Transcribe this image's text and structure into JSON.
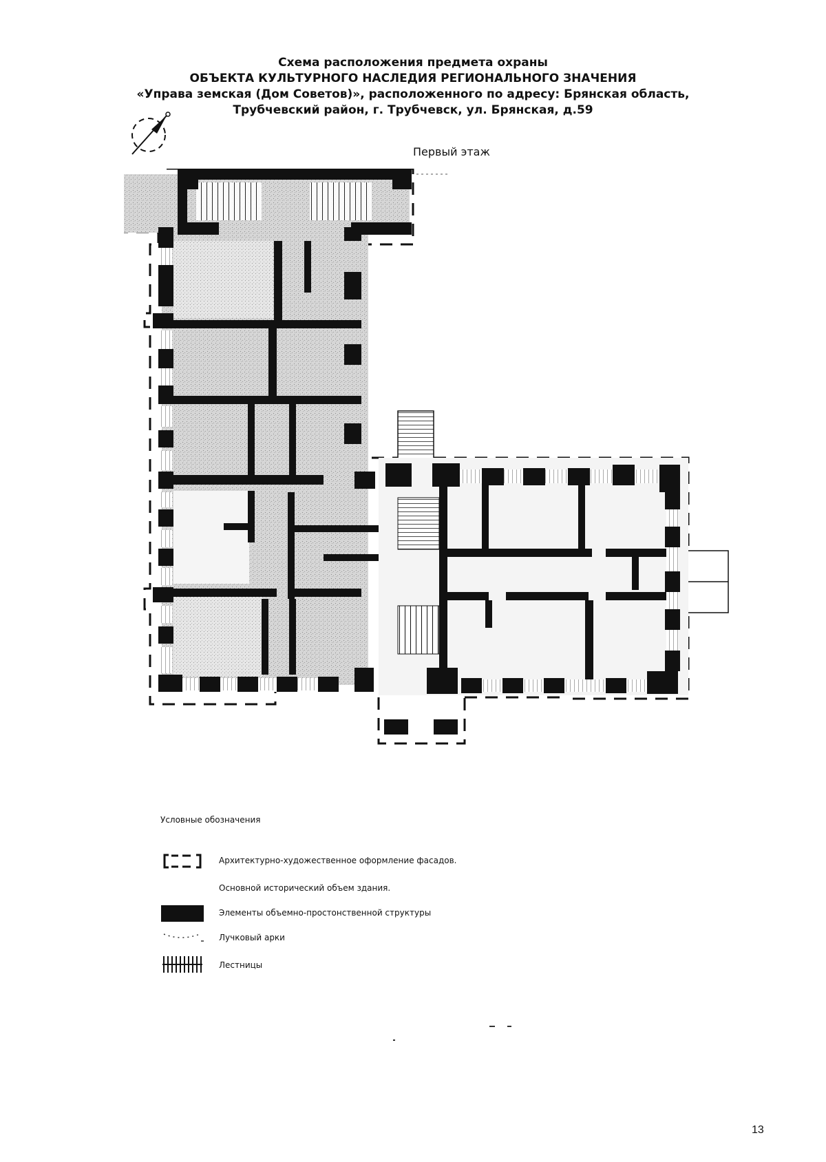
{
  "header": {
    "line1": "Схема расположения предмета охраны",
    "line2": "ОБЪЕКТА КУЛЬТУРНОГО НАСЛЕДИЯ РЕГИОНАЛЬНОГО ЗНАЧЕНИЯ",
    "line3": "«Управа земская (Дом Советов)», расположенного по адресу: Брянская область,",
    "line4": "Трубчевский район, г. Трубчевск, ул. Брянская, д.59"
  },
  "floor_label": "Первый этаж",
  "legend": {
    "title": "Условные обозначения",
    "items": [
      {
        "symbol": "dashed-bracket-icon",
        "label": "Архитектурно-художественное оформление фасадов."
      },
      {
        "symbol": "blank",
        "label": "Основной исторический объем здания."
      },
      {
        "symbol": "black-block-icon",
        "label": "Элементы объемно-простонственной структуры"
      },
      {
        "symbol": "arch-dots-icon",
        "label": "Лучковый арки"
      },
      {
        "symbol": "stairs-hatch-icon",
        "label": "Лестницы"
      }
    ]
  },
  "page_number": "13",
  "colors": {
    "ink": "#111111",
    "hatch": "#9a9a9a",
    "paper": "#ffffff"
  }
}
